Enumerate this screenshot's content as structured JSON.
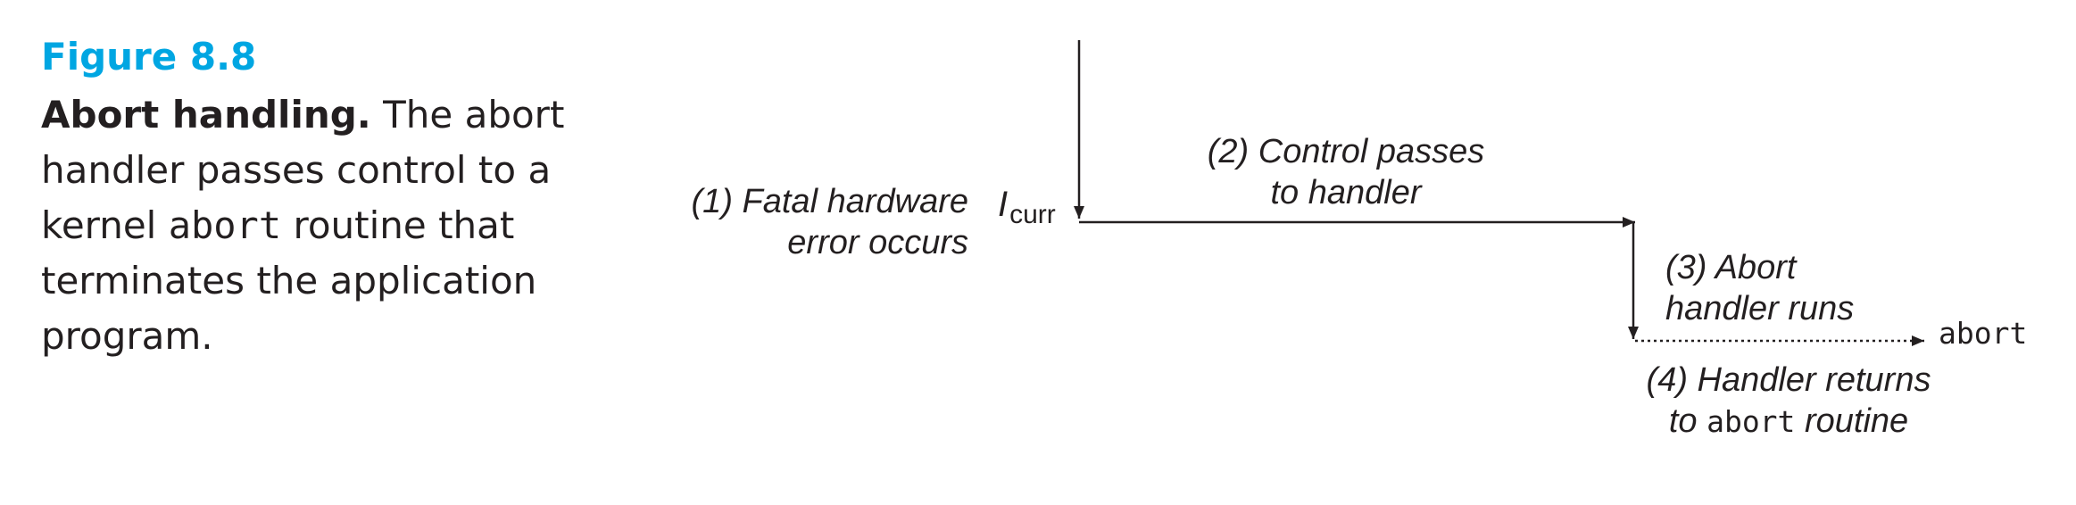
{
  "caption": {
    "figure_label": "Figure 8.8",
    "title": "Abort handling.",
    "text_part1": " The abort handler passes control to a kernel ",
    "code_word": "abort",
    "text_part2": " routine that terminates the application program.",
    "accent_color": "#00a6e2"
  },
  "diagram": {
    "instruction_label": "I",
    "instruction_subscript": "curr",
    "step1_line1": "(1) Fatal hardware",
    "step1_line2": "error occurs",
    "step2_line1": "(2) Control passes",
    "step2_line2": "to handler",
    "step3_line1": "(3) Abort",
    "step3_line2": "handler runs",
    "step4_line1": "(4) Handler returns",
    "step4_line2_prefix": "to ",
    "step4_code": "abort",
    "step4_line2_suffix": " routine",
    "abort_target": "abort"
  }
}
